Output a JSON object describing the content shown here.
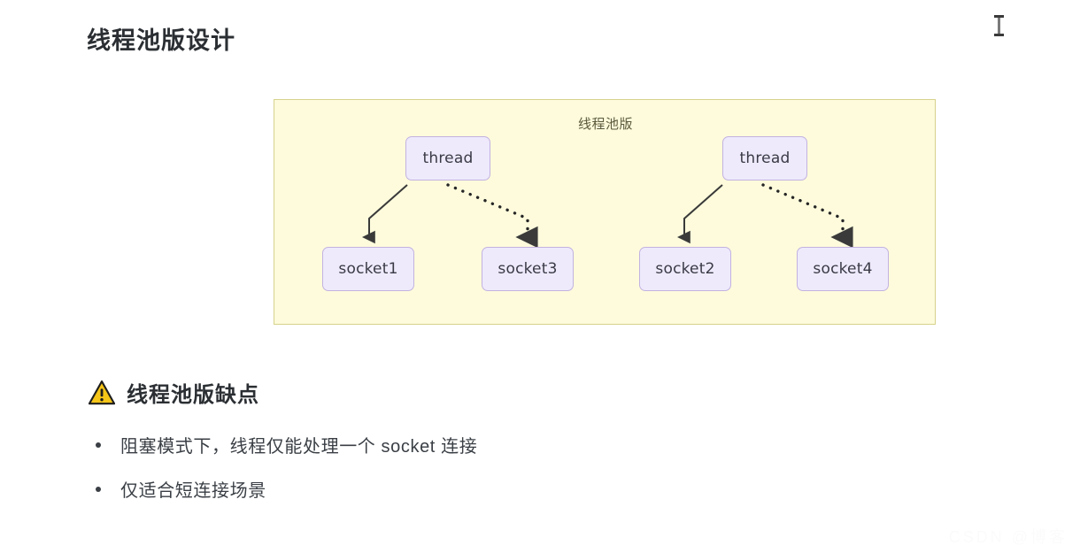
{
  "page": {
    "title": "线程池版设计",
    "background_color": "#ffffff"
  },
  "diagram": {
    "caption": "线程池版",
    "container_fill": "#fdfbdc",
    "container_border": "#d6d28c",
    "node_fill": "#eeeafc",
    "node_border": "#c3b2e0",
    "nodes": {
      "thread_left": "thread",
      "thread_right": "thread",
      "socket1": "socket1",
      "socket3": "socket3",
      "socket2": "socket2",
      "socket4": "socket4"
    },
    "edges": [
      {
        "from": "thread_left",
        "to": "socket1",
        "style": "solid"
      },
      {
        "from": "thread_left",
        "to": "socket3",
        "style": "dotted"
      },
      {
        "from": "thread_right",
        "to": "socket2",
        "style": "solid"
      },
      {
        "from": "thread_right",
        "to": "socket4",
        "style": "dotted"
      }
    ]
  },
  "warning": {
    "icon": "warning-triangle-icon",
    "heading": "线程池版缺点",
    "icon_color": "#f5c518",
    "items": [
      "阻塞模式下，线程仅能处理一个 socket 连接",
      "仅适合短连接场景"
    ]
  },
  "watermark": {
    "text": "CSDN @博客"
  },
  "cursor": {
    "type": "i-beam-text-cursor"
  }
}
